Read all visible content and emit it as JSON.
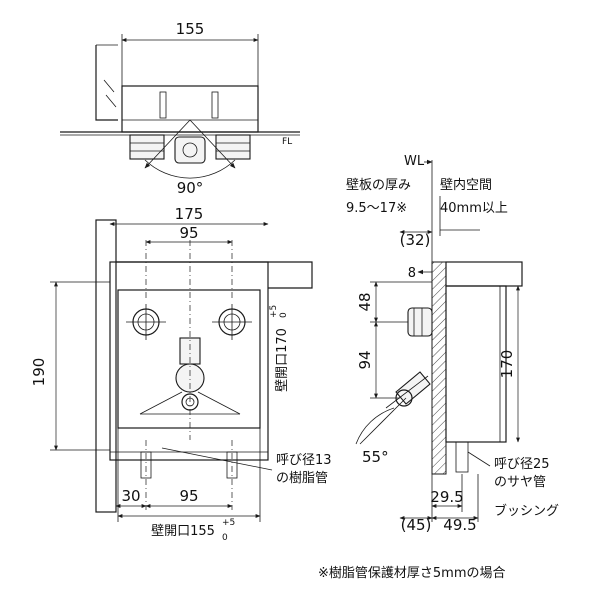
{
  "top_view": {
    "width_dim": "155",
    "angle": "90°",
    "fl_mark": "FL"
  },
  "front_view": {
    "overall_width": "175",
    "pitch_top": "95",
    "height": "190",
    "opening_height": "壁開口170",
    "opening_height_tol_upper": "+5",
    "opening_height_tol_lower": "0",
    "callout_resin_pipe": [
      "呼び径13",
      "の樹脂管"
    ],
    "bottom_left_offset": "30",
    "pitch_bottom": "95",
    "opening_width": "壁開口155",
    "opening_width_tol_upper": "+5",
    "opening_width_tol_lower": "0"
  },
  "side_view": {
    "wl": "WL",
    "wall_thickness_label": "壁板の厚み",
    "wall_thickness_range": "9.5～17※",
    "inner_space_label": "壁内空間",
    "inner_space_value": "40mm以上",
    "dim_32": "(32)",
    "dim_8": "8",
    "dim_48": "48",
    "dim_94": "94",
    "dim_170": "170",
    "angle_55": "55°",
    "callout_sleeve": [
      "呼び径25",
      "のサヤ管",
      "ブッシング"
    ],
    "dim_29_5": "29.5",
    "dim_45": "(45)",
    "dim_49_5": "49.5"
  },
  "footnote": "※樹脂管保護材厚さ5mmの場合"
}
